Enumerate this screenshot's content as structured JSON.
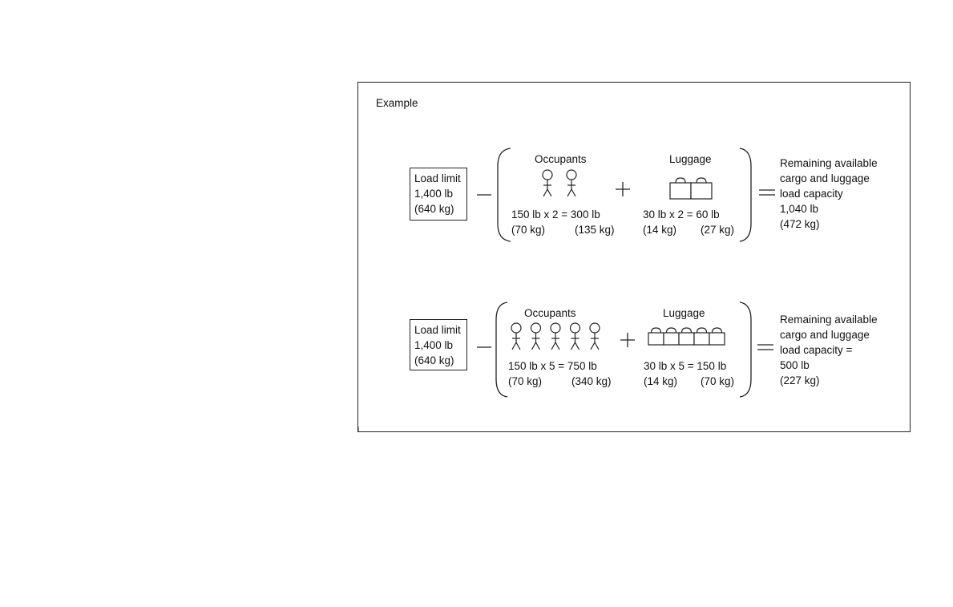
{
  "title": "Example",
  "rows": [
    {
      "load_box": [
        "Load limit",
        "1,400 lb",
        "(640 kg)"
      ],
      "occupants_label": "Occupants",
      "luggage_label": "Luggage",
      "occupant_count": 2,
      "luggage_count": 2,
      "occupants_calc": "150 lb x 2 = 300 lb",
      "occupants_kg_each": "(70 kg)",
      "occupants_kg_total": "(135 kg)",
      "luggage_calc": "30 lb  x 2 = 60 lb",
      "luggage_kg_each": "(14 kg)",
      "luggage_kg_total": "(27 kg)",
      "result": [
        "Remaining available",
        "cargo and luggage",
        "load capacity",
        "1,040 lb",
        "(472 kg)"
      ]
    },
    {
      "load_box": [
        "Load limit",
        "1,400 lb",
        "(640 kg)"
      ],
      "occupants_label": "Occupants",
      "luggage_label": "Luggage",
      "occupant_count": 5,
      "luggage_count": 5,
      "occupants_calc": "150 lb x 5 = 750 lb",
      "occupants_kg_each": "(70 kg)",
      "occupants_kg_total": "(340 kg)",
      "luggage_calc": "30 lb  x 5 = 150 lb",
      "luggage_kg_each": "(14 kg)",
      "luggage_kg_total": "(70 kg)",
      "result": [
        "Remaining available",
        "cargo and luggage",
        "load capacity =",
        "500 lb",
        "(227 kg)"
      ]
    }
  ]
}
